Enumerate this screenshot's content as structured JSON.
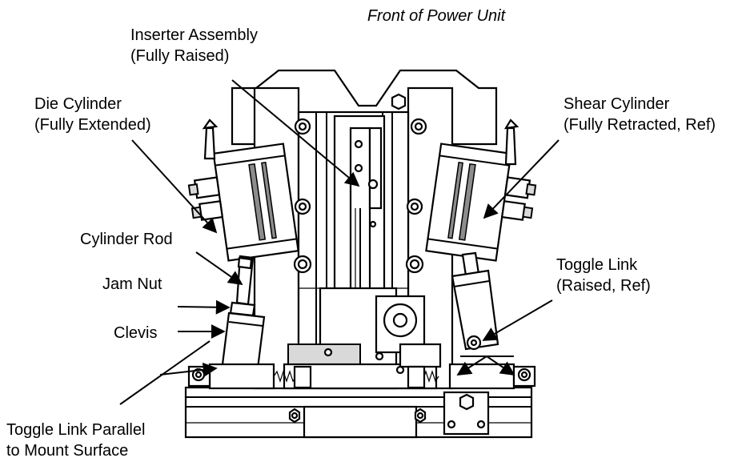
{
  "title": "Front of Power Unit",
  "labels": {
    "inserter_assembly": [
      "Inserter Assembly",
      "(Fully Raised)"
    ],
    "die_cylinder": [
      "Die Cylinder",
      "(Fully Extended)"
    ],
    "shear_cylinder": [
      "Shear Cylinder",
      "(Fully Retracted, Ref)"
    ],
    "cylinder_rod": "Cylinder Rod",
    "jam_nut": "Jam Nut",
    "clevis": "Clevis",
    "toggle_link": [
      "Toggle Link",
      "(Raised, Ref)"
    ],
    "toggle_link_parallel": [
      "Toggle Link Parallel",
      "to Mount Surface"
    ]
  }
}
